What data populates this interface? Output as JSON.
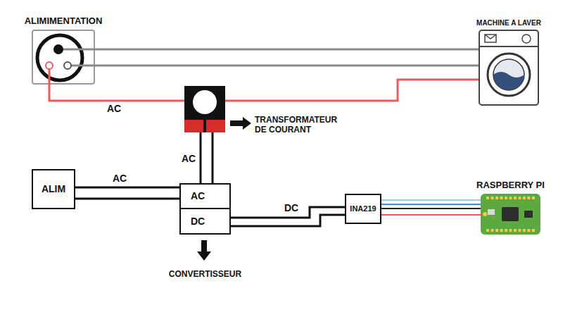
{
  "diagram": {
    "nodes": [
      {
        "text": [
          "ALIMIMENTATION"
        ]
      },
      {
        "text": [
          "MACHINE A LAVER"
        ]
      },
      {
        "text": [
          "TRANSFORMATEUR DE COURANT"
        ]
      },
      {
        "text": [
          "ALIM"
        ]
      },
      {
        "text": [
          "CONVERTISSEUR"
        ]
      },
      {
        "text": [
          "AC"
        ],
        "in": 4
      },
      {
        "text": [
          "DC"
        ],
        "in": 4
      },
      {
        "text": [
          "INA219"
        ]
      },
      {
        "text": [
          "RASPBERRY PI"
        ]
      }
    ],
    "edges": [
      {
        "from": 0,
        "to": 1,
        "arrow": "none"
      },
      {
        "from": 0,
        "to": 1,
        "arrow": "none"
      },
      {
        "from": 0,
        "to": 1,
        "label": "AC",
        "arrow": "none"
      },
      {
        "from": 2,
        "to": 5,
        "label": "AC",
        "arrow": "none"
      },
      {
        "from": 3,
        "to": 5,
        "label": "AC",
        "arrow": "none"
      },
      {
        "from": 6,
        "to": 7,
        "label": "DC",
        "arrow": "none"
      },
      {
        "from": 7,
        "to": 8,
        "arrow": "none"
      }
    ]
  }
}
